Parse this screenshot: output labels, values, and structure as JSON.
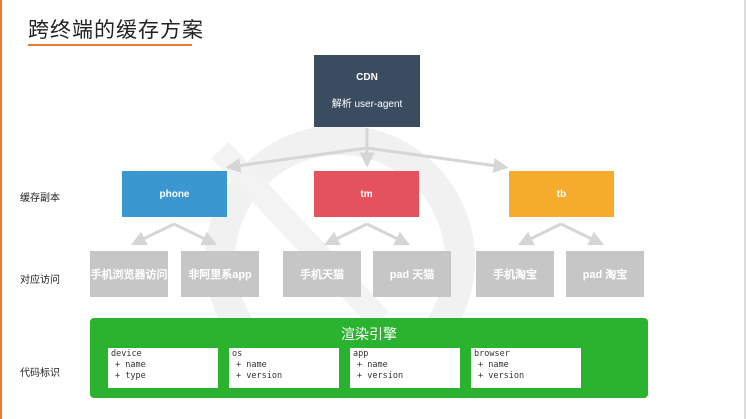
{
  "title": "跨终端的缓存方案",
  "cdn": {
    "label": "CDN",
    "sub": "解析 user-agent"
  },
  "row_labels": {
    "copies": "缓存副本",
    "access": "对应访问",
    "code_id": "代码标识"
  },
  "copies": [
    {
      "label": "phone",
      "color": "#3b97cf"
    },
    {
      "label": "tm",
      "color": "#e5525f"
    },
    {
      "label": "tb",
      "color": "#f5ac2d"
    }
  ],
  "access": [
    "手机浏览器访问",
    "非阿里系app",
    "手机天猫",
    "pad 天猫",
    "手机淘宝",
    "pad 淘宝"
  ],
  "render": {
    "title": "渲染引擎",
    "cards": [
      {
        "name": "device",
        "fields": [
          "+ name",
          "+ type"
        ]
      },
      {
        "name": "os",
        "fields": [
          "+ name",
          "+ version"
        ]
      },
      {
        "name": "app",
        "fields": [
          "+ name",
          "+ version"
        ]
      },
      {
        "name": "browser",
        "fields": [
          "+ name",
          "+ version"
        ]
      }
    ]
  },
  "colors": {
    "accent": "#ee7b33",
    "cdn": "#3a4d60",
    "render": "#2bb22e",
    "gray": "#c6c6c6"
  }
}
